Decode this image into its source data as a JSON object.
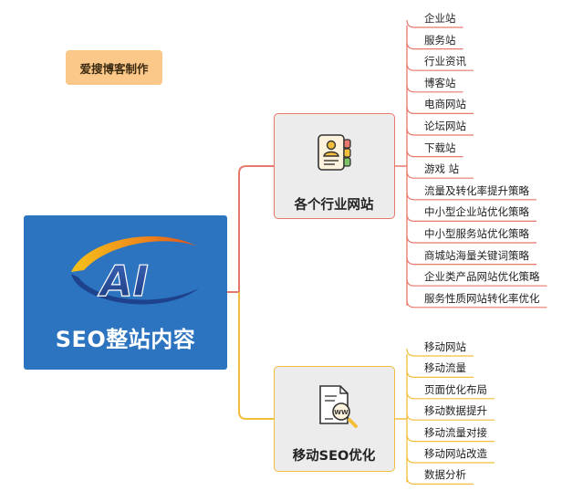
{
  "tag_label": "爱搜博客制作",
  "central": {
    "title": "SEO整站内容",
    "logo_text": "AI"
  },
  "branches": [
    {
      "label": "各个行业网站",
      "icon": "contact-card-icon",
      "color": "#e8786b",
      "leaves": [
        "企业站",
        "服务站",
        "行业资讯",
        "博客站",
        "电商网站",
        "论坛网站",
        "下载站",
        "游戏 站",
        "流量及转化率提升策略",
        "中小型企业站优化策略",
        "中小型服务站优化策略",
        "商城站海量关键词策略",
        "企业类产品网站优化策略",
        "服务性质网站转化率优化"
      ]
    },
    {
      "label": "移动SEO优化",
      "icon": "www-magnifier-icon",
      "color": "#f2be3c",
      "leaves": [
        "移动网站",
        "移动流量",
        "页面优化布局",
        "移动数据提升",
        "移动流量对接",
        "移动网站改造",
        "数据分析"
      ]
    }
  ],
  "colors": {
    "tag_bg": "#fbc88a",
    "central_bg": "#2c74c0",
    "branch_bg": "#ececec"
  }
}
